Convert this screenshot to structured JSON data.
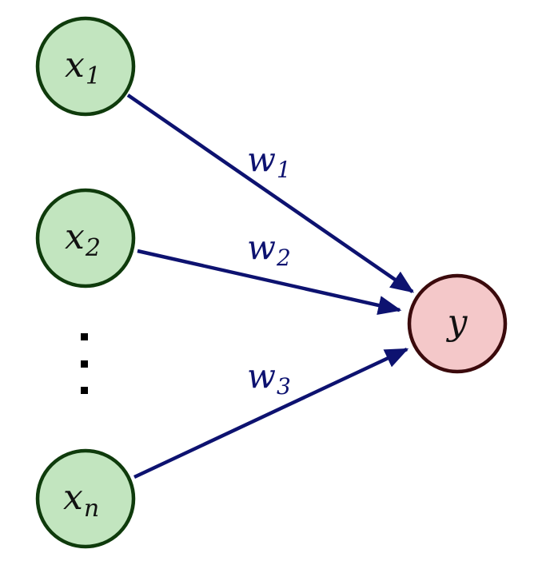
{
  "diagram": {
    "inputs": [
      {
        "var": "x",
        "sub": "1"
      },
      {
        "var": "x",
        "sub": "2"
      },
      {
        "var": "x",
        "sub": "n"
      }
    ],
    "output": {
      "var": "y"
    },
    "weights": [
      {
        "var": "w",
        "sub": "1"
      },
      {
        "var": "w",
        "sub": "2"
      },
      {
        "var": "w",
        "sub": "3"
      }
    ],
    "colors": {
      "input_fill": "#c2e5bf",
      "input_stroke": "#0f3b0c",
      "output_fill": "#f4c8c9",
      "output_stroke": "#3b0a0c",
      "edge": "#0d1270",
      "ellipsis": "#000000"
    },
    "ellipsis_icon": "vertical-ellipsis"
  }
}
